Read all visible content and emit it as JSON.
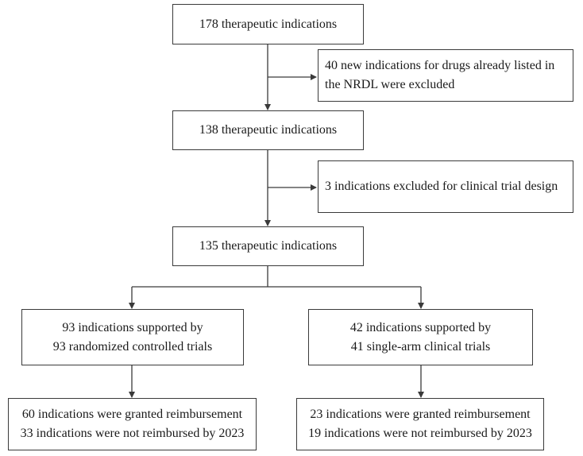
{
  "flowchart": {
    "top": {
      "lines": [
        "178 therapeutic indications"
      ]
    },
    "exclusion_1": {
      "lines": [
        "40 new indications for drugs already listed in",
        "the NRDL were excluded"
      ]
    },
    "middle": {
      "lines": [
        "138 therapeutic indications"
      ]
    },
    "exclusion_2": {
      "lines": [
        "3 indications excluded for clinical trial design"
      ]
    },
    "split": {
      "lines": [
        "135 therapeutic indications"
      ]
    },
    "rct": {
      "lines": [
        "93 indications supported by",
        "93 randomized controlled trials"
      ]
    },
    "single_arm": {
      "lines": [
        "42 indications supported by",
        "41 single-arm clinical trials"
      ]
    },
    "rct_outcome": {
      "lines": [
        "60 indications were granted reimbursement",
        "33 indications were not reimbursed by 2023"
      ]
    },
    "single_arm_outcome": {
      "lines": [
        "23 indications were granted reimbursement",
        "19 indications were not reimbursed by 2023"
      ]
    }
  },
  "colors": {
    "line": "#3a3a3a",
    "text": "#1a1a1a",
    "background": "#ffffff"
  }
}
